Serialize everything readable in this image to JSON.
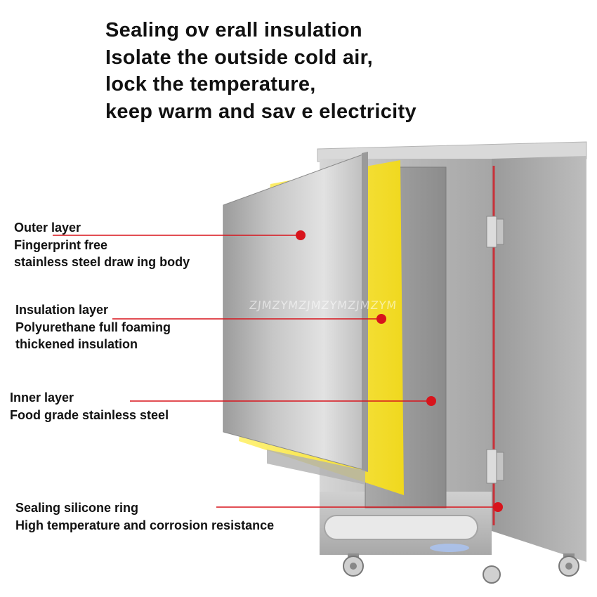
{
  "headline": {
    "lines": [
      "Sealing ov erall insulation",
      "Isolate the outside cold air,",
      "lock the temperature,",
      "keep warm and sav e electricity"
    ]
  },
  "callouts": {
    "outer": {
      "lines": [
        "Outer layer",
        "Fingerprint free",
        "stainless steel draw ing body"
      ]
    },
    "insulation": {
      "lines": [
        "Insulation layer",
        "Polyurethane full foaming",
        "thickened insulation"
      ]
    },
    "inner": {
      "lines": [
        "Inner layer",
        "Food grade stainless steel"
      ]
    },
    "seal": {
      "lines": [
        "Sealing silicone ring",
        "High temperature and corrosion resistance"
      ]
    }
  },
  "watermark": "ZJMZYMZJMZYMZJMZYM",
  "colors": {
    "leader_line": "#d8141c",
    "marker_dot": "#d8141c",
    "insulation_foam": "#f5e838",
    "steel_light": "#c9c9c9",
    "steel_dark": "#8e8e8e"
  }
}
